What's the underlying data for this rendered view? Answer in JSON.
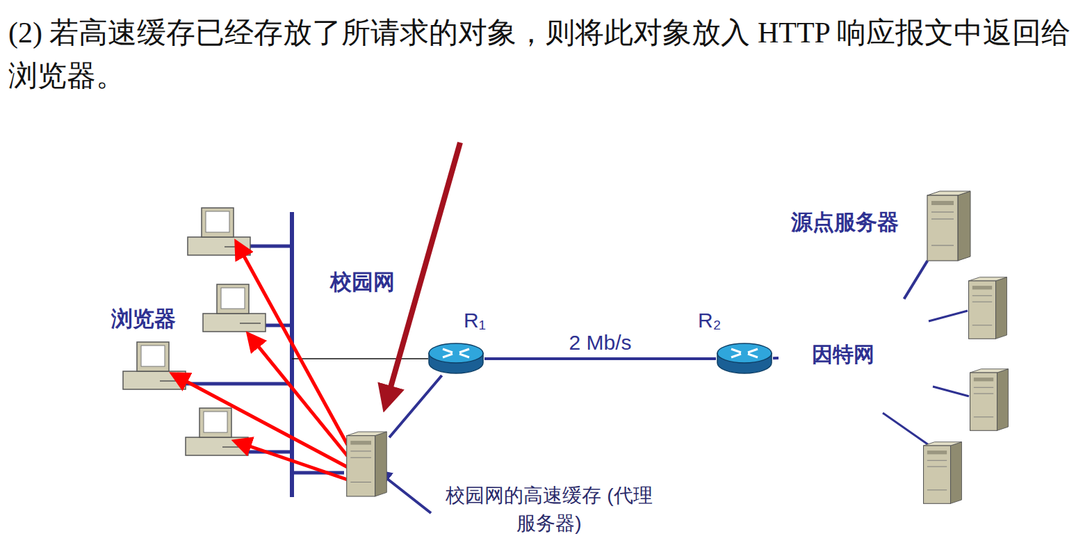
{
  "diagram": {
    "title": "(2) 若高速缓存已经存放了所请求的对象，则将此对象放入 HTTP 响应报文中返回给浏览器。",
    "nodes": [
      {
        "text": [
          "校园网"
        ]
      },
      {
        "text": [
          "R₁"
        ]
      },
      {
        "text": [
          "R₂"
        ]
      },
      {
        "text": [
          "因特网"
        ]
      },
      {
        "text": [
          "源点服务器"
        ]
      },
      {
        "text": [
          "校园网的高速缓存 (代理服务器)"
        ],
        "in": 0
      }
    ],
    "edges": [
      {
        "from": 5,
        "to": 1,
        "arrow": "none"
      },
      {
        "from": 1,
        "to": 2,
        "label": "2 Mb/s",
        "arrow": "none"
      },
      {
        "from": 2,
        "to": 3,
        "arrow": "none"
      },
      {
        "from": 4,
        "to": 3,
        "arrow": "none"
      }
    ],
    "labels": [
      "浏览器"
    ]
  }
}
